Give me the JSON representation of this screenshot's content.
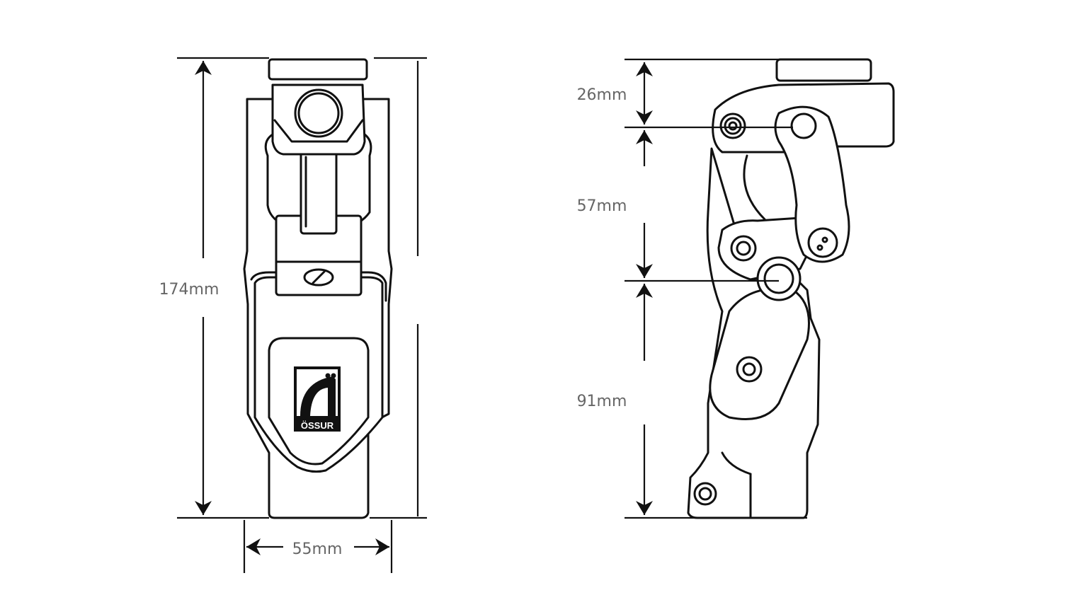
{
  "front_view": {
    "height_label": "174mm",
    "width_label": "55mm",
    "logo_text": "ÖSSUR"
  },
  "side_view": {
    "dim_top_label": "26mm",
    "dim_middle_label": "57mm",
    "dim_bottom_label": "91mm"
  }
}
